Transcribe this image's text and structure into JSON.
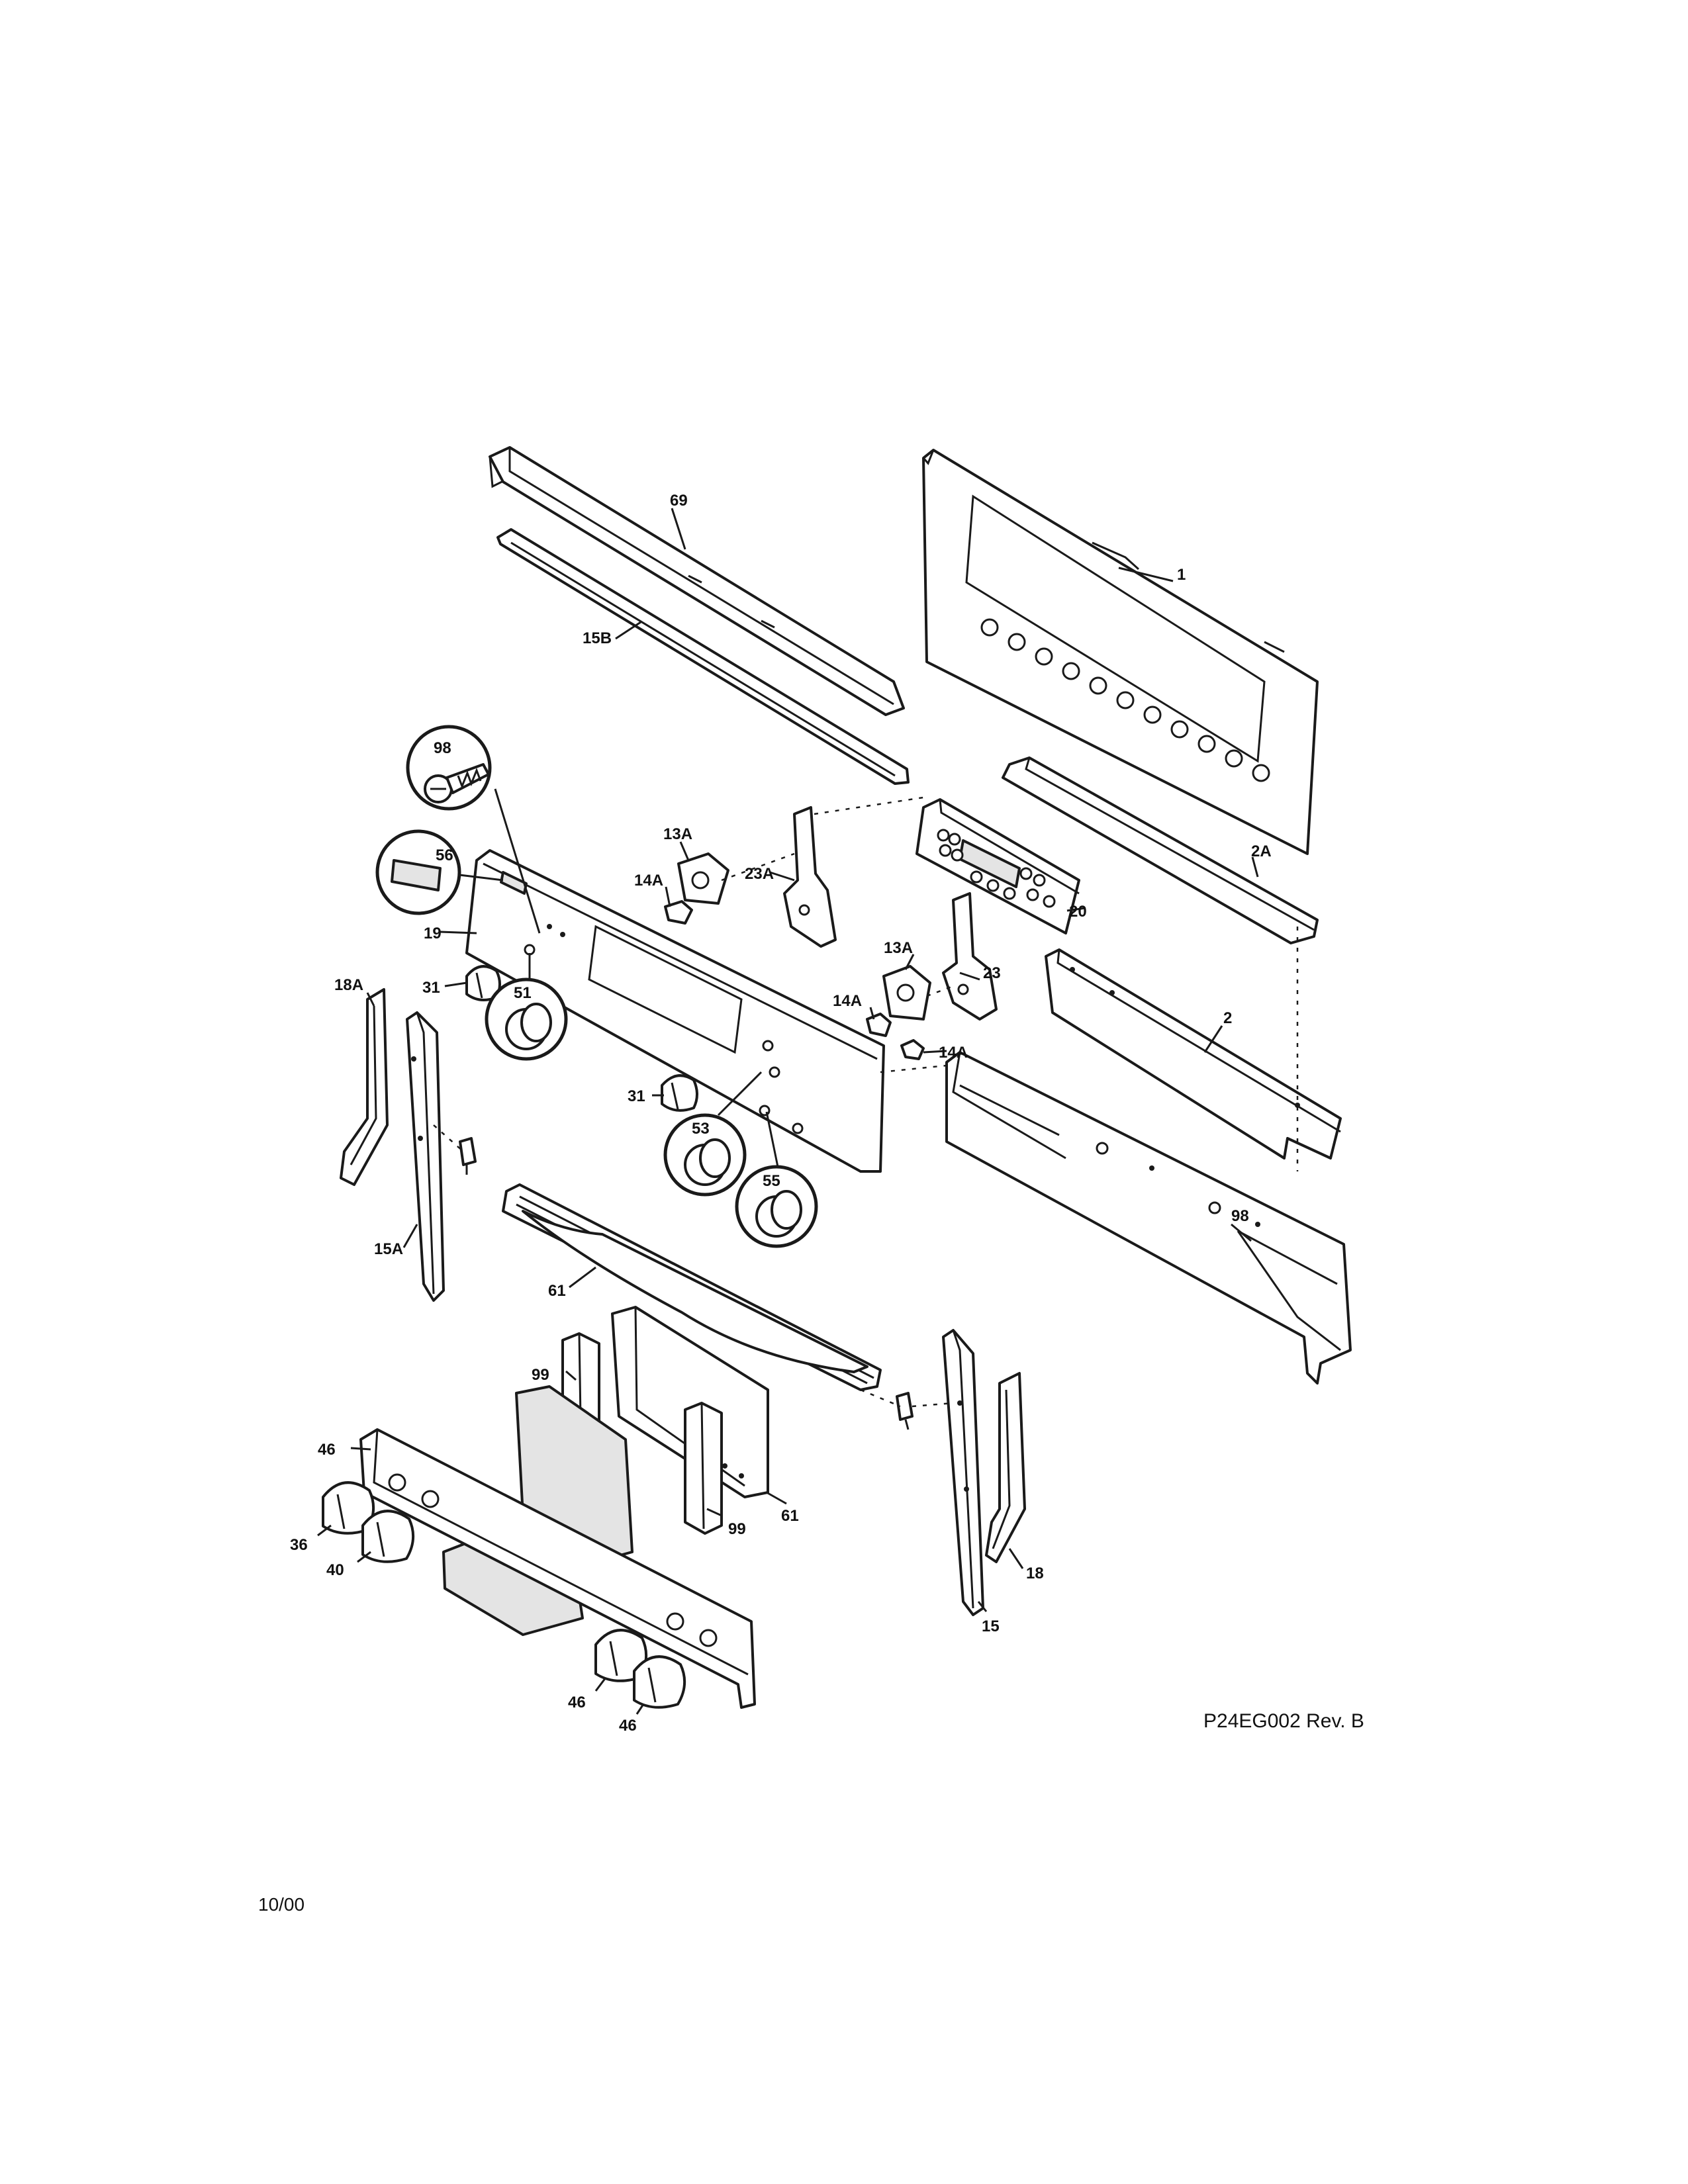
{
  "diagram": {
    "drawing_number": "P24EG002 Rev. B",
    "date": "10/00",
    "parts": [
      {
        "id": "1",
        "label": "1"
      },
      {
        "id": "2",
        "label": "2"
      },
      {
        "id": "2A",
        "label": "2A"
      },
      {
        "id": "13A_left",
        "label": "13A"
      },
      {
        "id": "13A_right",
        "label": "13A"
      },
      {
        "id": "14A_left",
        "label": "14A"
      },
      {
        "id": "14A_mid",
        "label": "14A"
      },
      {
        "id": "14A_right",
        "label": "14A"
      },
      {
        "id": "15",
        "label": "15"
      },
      {
        "id": "15A",
        "label": "15A"
      },
      {
        "id": "15B",
        "label": "15B"
      },
      {
        "id": "18",
        "label": "18"
      },
      {
        "id": "18A",
        "label": "18A"
      },
      {
        "id": "19",
        "label": "19"
      },
      {
        "id": "20",
        "label": "20"
      },
      {
        "id": "23",
        "label": "23"
      },
      {
        "id": "23A",
        "label": "23A"
      },
      {
        "id": "31_left",
        "label": "31"
      },
      {
        "id": "31_right",
        "label": "31"
      },
      {
        "id": "36_a",
        "label": "36"
      },
      {
        "id": "36_b",
        "label": "36"
      },
      {
        "id": "36_c",
        "label": "36"
      },
      {
        "id": "36_d",
        "label": "36"
      },
      {
        "id": "40",
        "label": "40"
      },
      {
        "id": "46_a",
        "label": "46"
      },
      {
        "id": "46_b",
        "label": "46"
      },
      {
        "id": "46_c",
        "label": "46"
      },
      {
        "id": "51",
        "label": "51"
      },
      {
        "id": "53",
        "label": "53"
      },
      {
        "id": "55",
        "label": "55"
      },
      {
        "id": "56",
        "label": "56"
      },
      {
        "id": "61",
        "label": "61"
      },
      {
        "id": "69",
        "label": "69"
      },
      {
        "id": "98_left",
        "label": "98"
      },
      {
        "id": "98_right",
        "label": "98"
      },
      {
        "id": "99_left",
        "label": "99"
      },
      {
        "id": "99_right",
        "label": "99"
      }
    ]
  }
}
